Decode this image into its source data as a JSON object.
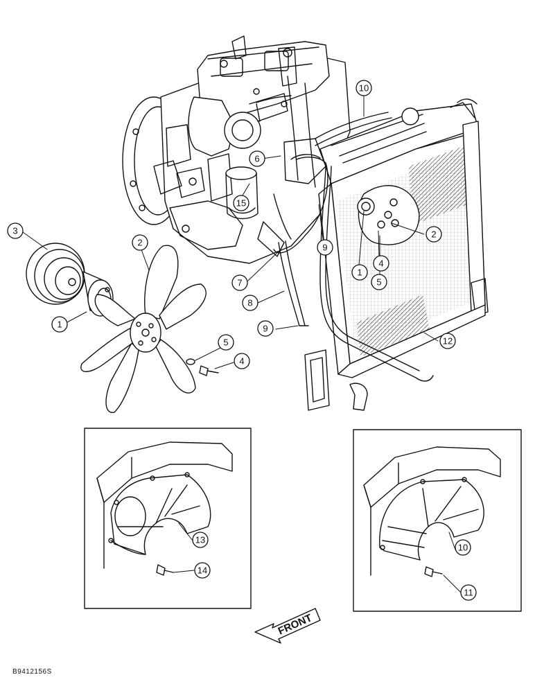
{
  "drawing_code": "B9412156S",
  "direction_label": "FRONT",
  "callouts": {
    "c1a": "1",
    "c1b": "1",
    "c2a": "2",
    "c2b": "2",
    "c3": "3",
    "c4a": "4",
    "c4b": "4",
    "c5a": "5",
    "c5b": "5",
    "c6": "6",
    "c7": "7",
    "c8": "8",
    "c9a": "9",
    "c9b": "9",
    "c10a": "10",
    "c10b": "10",
    "c11": "11",
    "c12": "12",
    "c13": "13",
    "c14": "14",
    "c15": "15"
  }
}
